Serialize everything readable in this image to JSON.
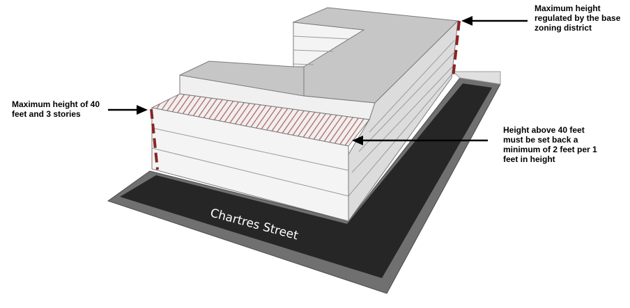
{
  "labels": {
    "base_zoning": "Maximum height regulated by the base zoning district",
    "max_40": "Maximum height of 40 feet and 3 stories",
    "setback": "Height above 40 feet must be set back a minimum of 2 feet per 1 feet in height",
    "street": "Chartres Street"
  },
  "colors": {
    "sidewalk": "#707070",
    "street": "#262626",
    "wall_front": "#f4f4f4",
    "wall_side": "#dcdcdc",
    "roof": "#c6c6c6",
    "height_marker": "#8a2525",
    "setback_hatch": "#a86b6b"
  }
}
